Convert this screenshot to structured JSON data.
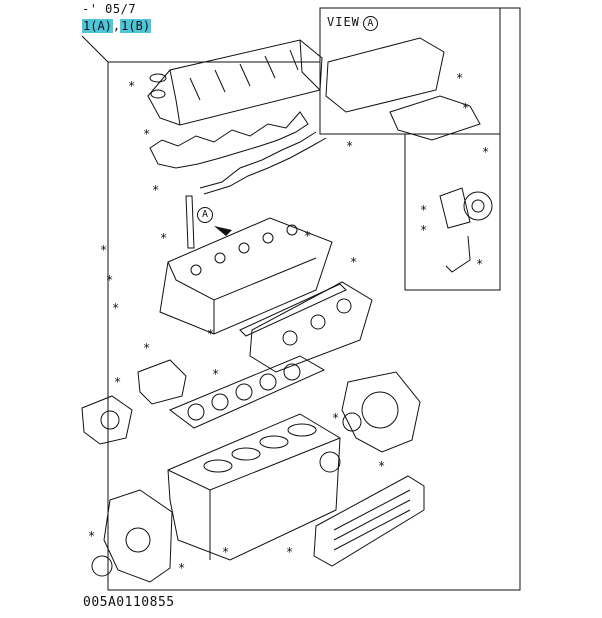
{
  "header": {
    "date_range": "-' 05/7",
    "ref_a": "1(A)",
    "separator": ",",
    "ref_b": "1(B)"
  },
  "view": {
    "label": "VIEW",
    "marker": "A"
  },
  "callout_marker": "A",
  "footer": {
    "figure_code": "005A0110855"
  },
  "colors": {
    "highlight": "#4cc6d8",
    "line": "#111111"
  }
}
